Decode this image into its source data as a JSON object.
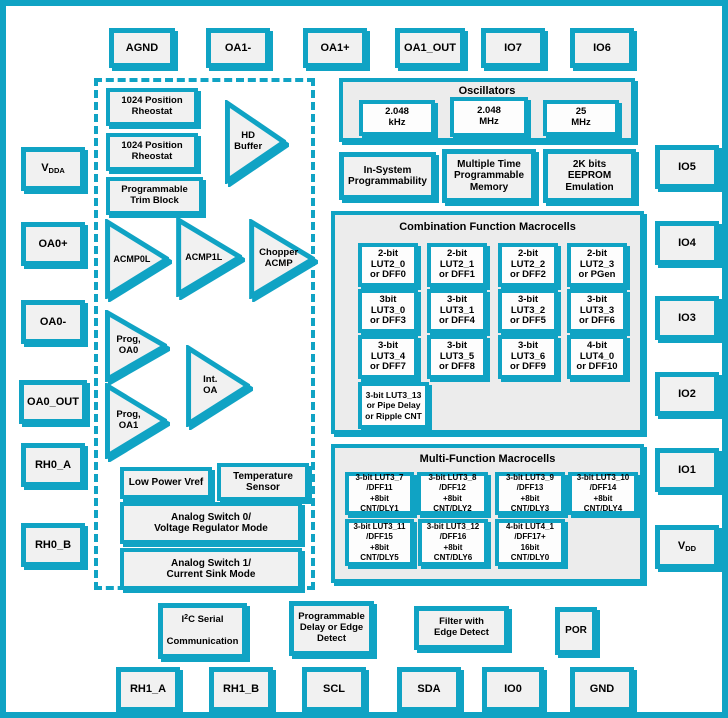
{
  "colors": {
    "accent_teal": "#10a3c4",
    "block_fill": "#f1f1f1",
    "panel_fill": "#ececec",
    "background": "#ffffff",
    "text": "#000000"
  },
  "pins": {
    "top": [
      "AGND",
      "OA1-",
      "OA1+",
      "OA1_OUT",
      "IO7",
      "IO6"
    ],
    "vdda": {
      "base": "V",
      "sub": "DDA"
    },
    "left": [
      "OA0+",
      "OA0-",
      "OA0_OUT",
      "RH0_A",
      "RH0_B"
    ],
    "right": [
      "IO5",
      "IO4",
      "IO3",
      "IO2",
      "IO1"
    ],
    "vdd": {
      "base": "V",
      "sub": "DD"
    },
    "bottom": [
      "RH1_A",
      "RH1_B",
      "SCL",
      "SDA",
      "IO0",
      "GND"
    ]
  },
  "analog": {
    "rheostat1": "1024 Position\nRheostat",
    "rheostat2": "1024 Position\nRheostat",
    "trim_block": "Programmable\nTrim Block",
    "hd_buffer": "HD\nBuffer",
    "acmp0l": "ACMP0L",
    "acmp1l": "ACMP1L",
    "chopper_acmp": "Chopper\nACMP",
    "prog_oa0": "Prog,\nOA0",
    "int_oa": "Int.\nOA",
    "prog_oa1": "Prog,\nOA1",
    "low_power_vref": "Low Power Vref",
    "temperature_sensor": "Temperature\nSensor",
    "analog_switch0": "Analog Switch 0/\nVoltage Regulator Mode",
    "analog_switch1": "Analog Switch 1/\nCurrent Sink Mode"
  },
  "oscillators": {
    "title": "Oscillators",
    "items": [
      "2.048\nkHz",
      "2.048\nMHz",
      "25\nMHz"
    ]
  },
  "programmability": [
    "In-System\nProgrammability",
    "Multiple Time\nProgrammable\nMemory",
    "2K bits\nEEPROM\nEmulation"
  ],
  "combination": {
    "title": "Combination Function Macrocells",
    "cells": [
      "2-bit\nLUT2_0\nor DFF0",
      "2-bit\nLUT2_1\nor DFF1",
      "2-bit\nLUT2_2\nor DFF2",
      "2-bit\nLUT2_3\nor PGen",
      "3bit\nLUT3_0\nor DFF3",
      "3-bit\nLUT3_1\nor DFF4",
      "3-bit\nLUT3_2\nor DFF5",
      "3-bit\nLUT3_3\nor DFF6",
      "3-bit\nLUT3_4\nor DFF7",
      "3-bit\nLUT3_5\nor DFF8",
      "3-bit\nLUT3_6\nor DFF9",
      "4-bit\nLUT4_0\nor DFF10"
    ],
    "wide_cell": "3-bit LUT3_13\nor Pipe Delay\nor Ripple CNT"
  },
  "multifunction": {
    "title": "Multi-Function Macrocells",
    "cells": [
      "3-bit LUT3_7\n/DFF11\n+8bit\nCNT/DLY1",
      "3-bit LUT3_8\n/DFF12\n+8bit\nCNT/DLY2",
      "3-bit LUT3_9\n/DFF13\n+8bit\nCNT/DLY3",
      "3-bit LUT3_10\n/DFF14\n+8bit\nCNT/DLY4",
      "3-bit LUT3_11\n/DFF15\n+8bit\nCNT/DLY5",
      "3-bit LUT3_12\n/DFF16\n+8bit\nCNT/DLY6",
      "4-bit LUT4_1\n/DFF17+\n16bit\nCNT/DLY0"
    ]
  },
  "bottom_row": {
    "i2c": {
      "pre": "I",
      "sup": "2",
      "post": "C Serial",
      "line2": "Communication"
    },
    "prog_delay": "Programmable\nDelay or Edge\nDetect",
    "filter": "Filter with\nEdge Detect",
    "por": "POR"
  }
}
